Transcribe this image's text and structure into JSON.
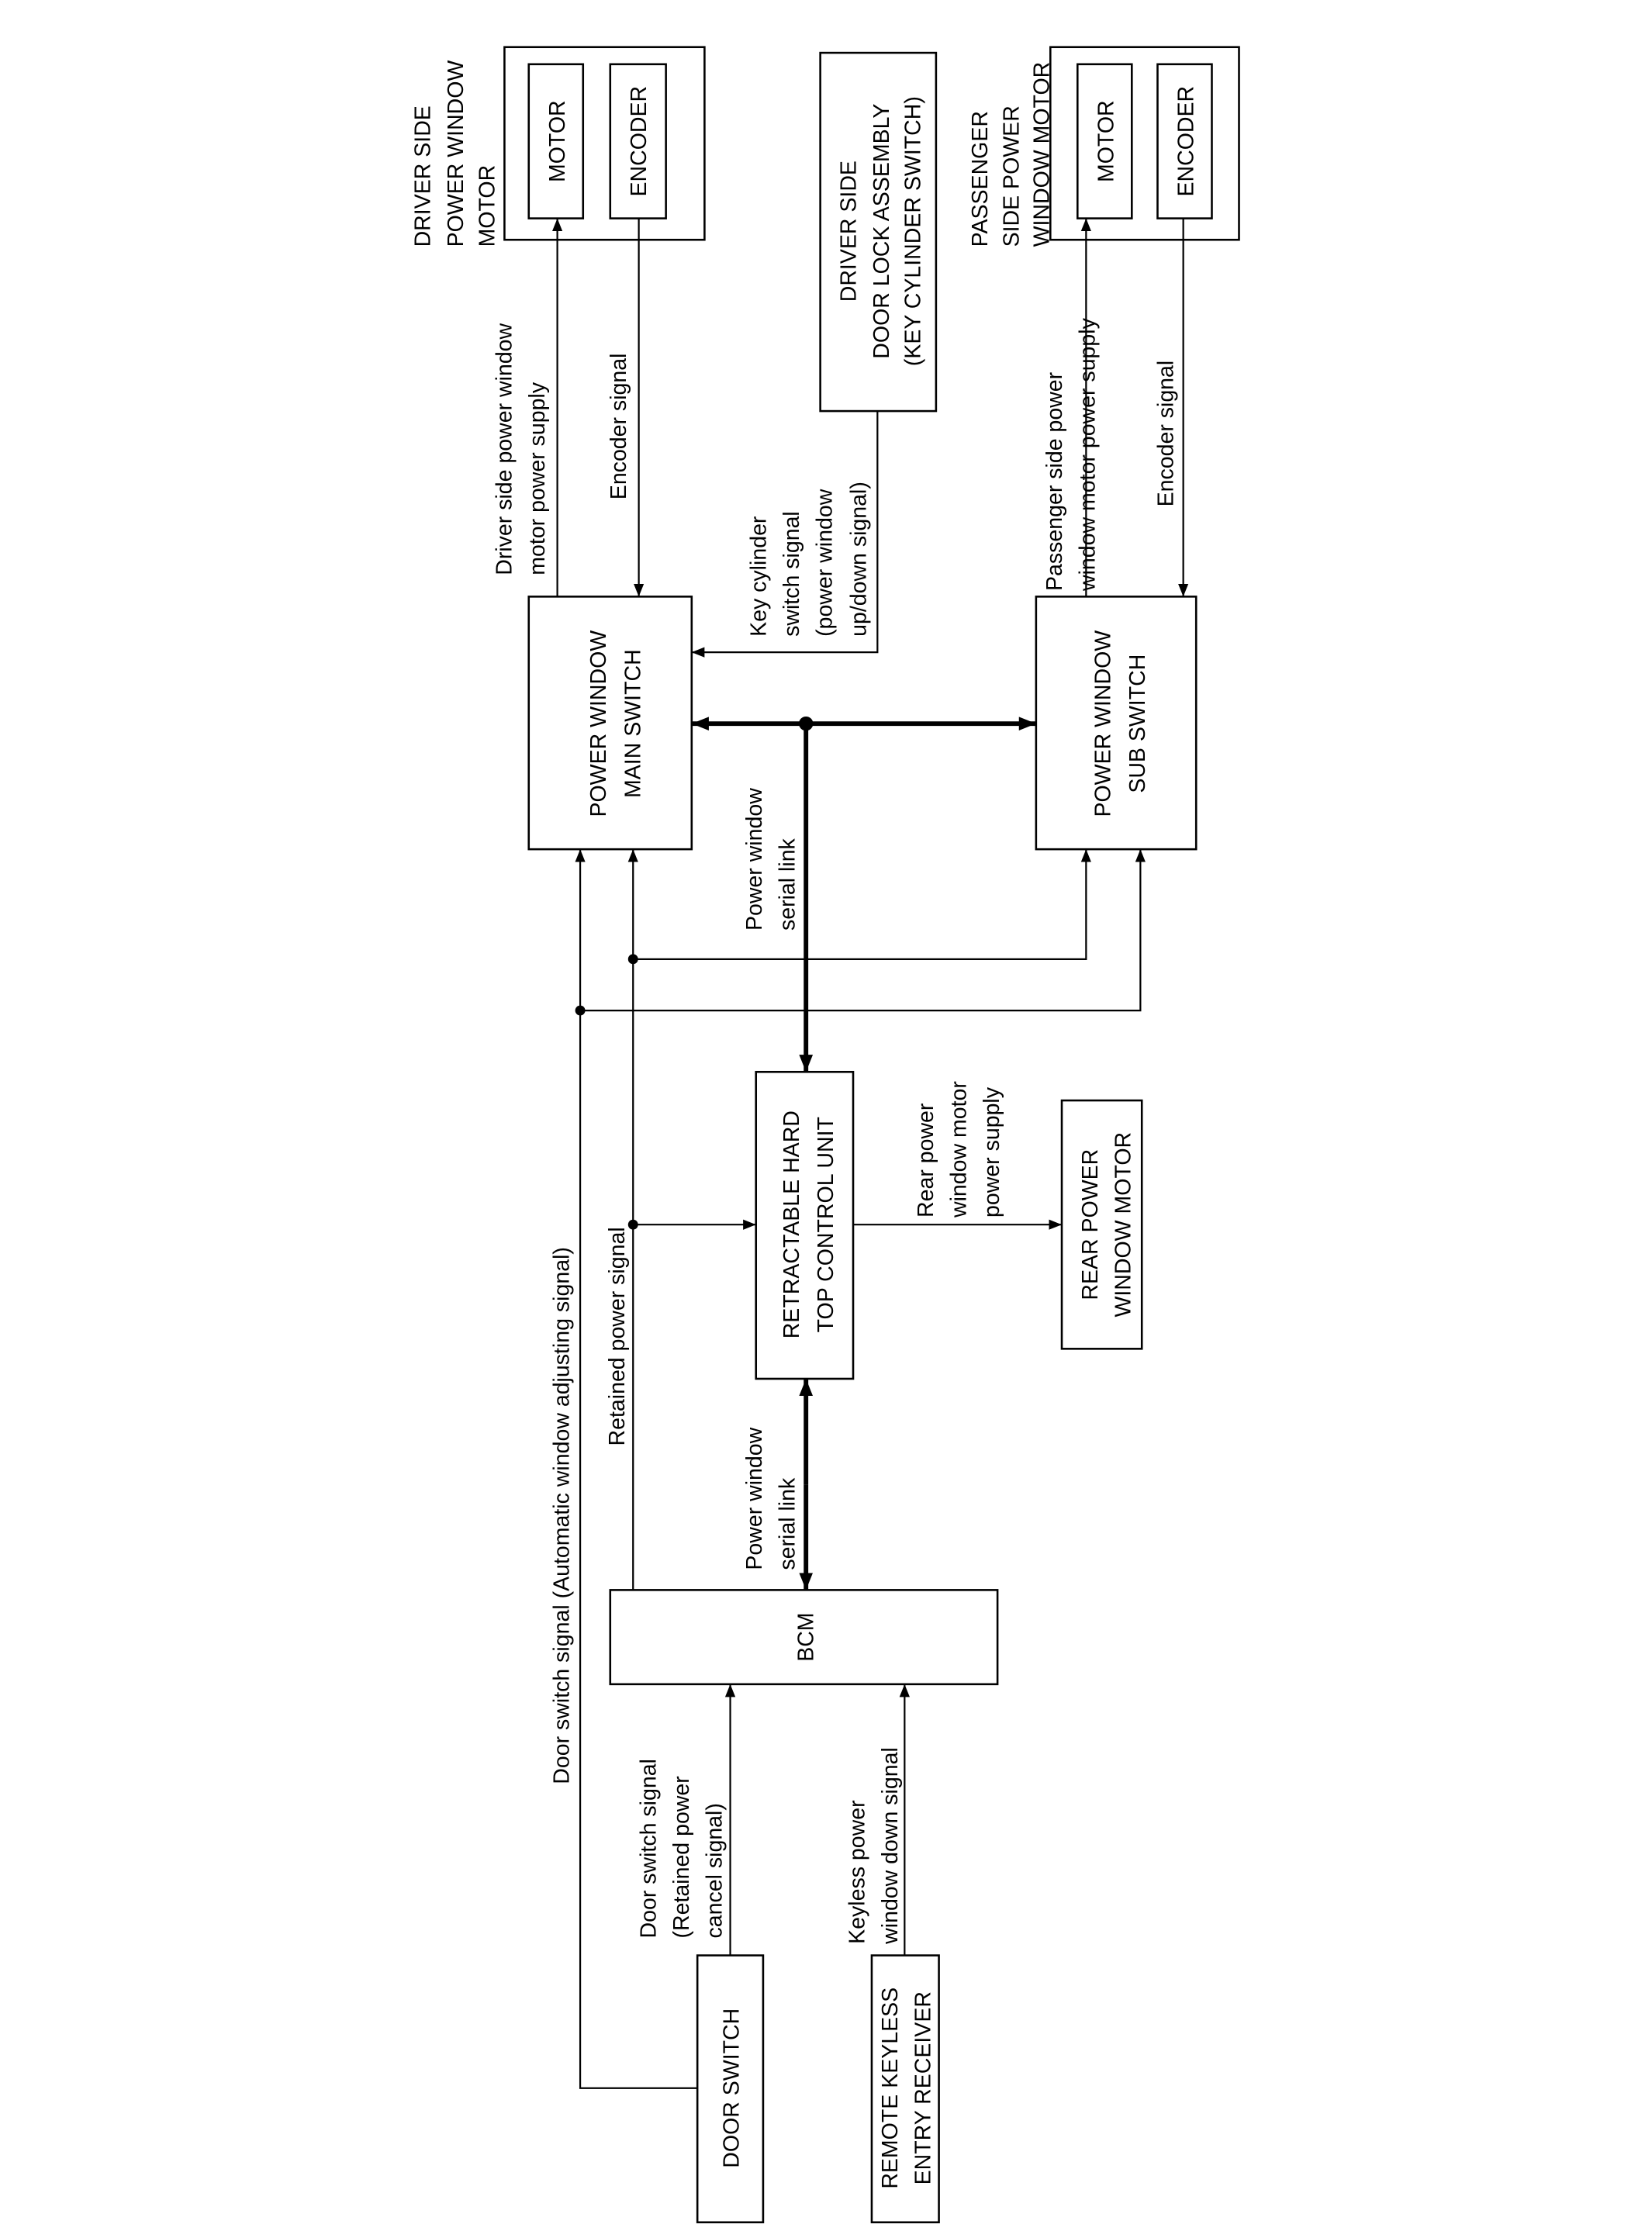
{
  "driver_motor": {
    "label": [
      "DRIVER SIDE",
      "POWER WINDOW",
      "MOTOR"
    ],
    "motor": "MOTOR",
    "encoder": "ENCODER"
  },
  "door_lock": {
    "label": [
      "DRIVER SIDE",
      "DOOR LOCK ASSEMBLY",
      "(KEY CYLINDER SWITCH)"
    ]
  },
  "passenger_motor": {
    "label": [
      "PASSENGER",
      "SIDE POWER",
      "WINDOW MOTOR"
    ],
    "motor": "MOTOR",
    "encoder": "ENCODER"
  },
  "main_switch": [
    "POWER WINDOW",
    "MAIN SWITCH"
  ],
  "sub_switch": [
    "POWER WINDOW",
    "SUB SWITCH"
  ],
  "rht_unit": [
    "RETRACTABLE HARD",
    "TOP CONTROL UNIT"
  ],
  "rear_motor": [
    "REAR POWER",
    "WINDOW MOTOR"
  ],
  "bcm": "BCM",
  "door_switch": "DOOR SWITCH",
  "keyless_receiver": [
    "REMOTE KEYLESS",
    "ENTRY RECEIVER"
  ],
  "signals": {
    "driver_supply": [
      "Driver side power window",
      "motor power supply"
    ],
    "driver_encoder": "Encoder signal",
    "key_cylinder": [
      "Key cylinder",
      "switch signal",
      "(power window",
      "up/down signal)"
    ],
    "serial_link_top": [
      "Power window",
      "serial link"
    ],
    "passenger_supply": [
      "Passenger side power",
      "window motor power supply"
    ],
    "passenger_encoder": "Encoder signal",
    "door_switch_auto": "Door switch signal (Automatic window adjusting signal)",
    "retained_power": "Retained power signal",
    "serial_link_bottom": [
      "Power window",
      "serial link"
    ],
    "rear_supply": [
      "Rear power",
      "window motor",
      "power supply"
    ],
    "door_switch_cancel": [
      "Door switch signal",
      "(Retained power",
      "cancel signal)"
    ],
    "keyless_down": [
      "Keyless power",
      "window down signal"
    ]
  }
}
